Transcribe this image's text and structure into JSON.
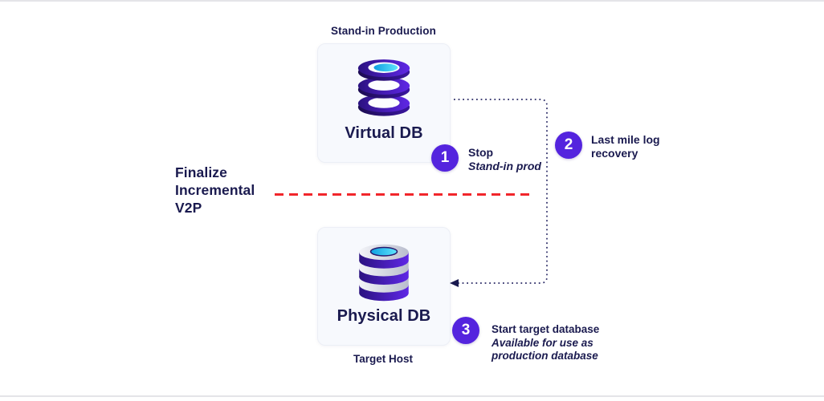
{
  "diagram": {
    "finalize_label": "Finalize Incremental V2P",
    "standin_production_label": "Stand-in Production",
    "virtual_db": {
      "label": "Virtual DB"
    },
    "physical_db": {
      "label": "Physical DB"
    },
    "target_host_label": "Target Host",
    "steps": [
      {
        "number": "1",
        "title": "Stop",
        "subtitle_italic": "Stand-in prod"
      },
      {
        "number": "2",
        "title": "Last mile log recovery",
        "subtitle_italic": ""
      },
      {
        "number": "3",
        "title": "Start target database",
        "subtitle_italic": "Available for use as production database"
      }
    ],
    "colors": {
      "step_badge_purple": "#5424de",
      "text_navy": "#1a1a4f",
      "dashed_line_red": "#f1262b",
      "connector_navy": "#2a2a66",
      "db_purple_dark": "#2b1280",
      "db_purple_bright": "#5f27e6",
      "db_cyan": "#35cdf2",
      "db_silver": "#c9cdda",
      "card_background": "#f7f9fd"
    }
  }
}
